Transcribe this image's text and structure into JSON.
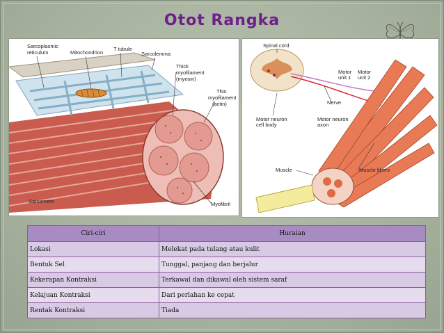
{
  "slide": {
    "title": "Otot Rangka",
    "decor": {
      "icon": "butterfly-icon",
      "accent": "#6e1f8c"
    }
  },
  "left_figure": {
    "labels": {
      "sarcoplasmic": "Sarcoplasmic",
      "reticulum": "reticulum",
      "mitochondrion": "Mitochondrion",
      "t_tubule": "T tubule",
      "sarcolemma": "Sarcolemma",
      "thick1": "Thick",
      "thick2": "myofilament",
      "thick3": "(myosin)",
      "thin1": "Thin",
      "thin2": "myofilament",
      "thin3": "(actin)",
      "sarcomere": "Sarcomere",
      "myofibril": "Myofibril"
    }
  },
  "right_figure": {
    "labels": {
      "spinal_cord": "Spinal cord",
      "motor_unit1a": "Motor",
      "motor_unit1b": "unit 1",
      "motor_unit2a": "Motor",
      "motor_unit2b": "unit 2",
      "nerve": "Nerve",
      "mn_cell1": "Motor neuron",
      "mn_cell2": "cell body",
      "mn_axon1": "Motor neuron",
      "mn_axon2": "axon",
      "muscle": "Muscle",
      "muscle_fibers": "Muscle fibers"
    }
  },
  "table": {
    "headers": [
      "Ciri-ciri",
      "Huraian"
    ],
    "rows": [
      [
        "Lokasi",
        "Melekat pada tulang atau kulit"
      ],
      [
        "Bentuk Sel",
        "Tunggal, panjang dan berjalur"
      ],
      [
        "Kekerapan Kontraksi",
        "Terkawal dan dikawal oleh sistem saraf"
      ],
      [
        "Kelajuan Kontraksi",
        "Dari perlahan ke cepat"
      ],
      [
        "Rentak Kontraksi",
        "Tiada"
      ]
    ]
  }
}
